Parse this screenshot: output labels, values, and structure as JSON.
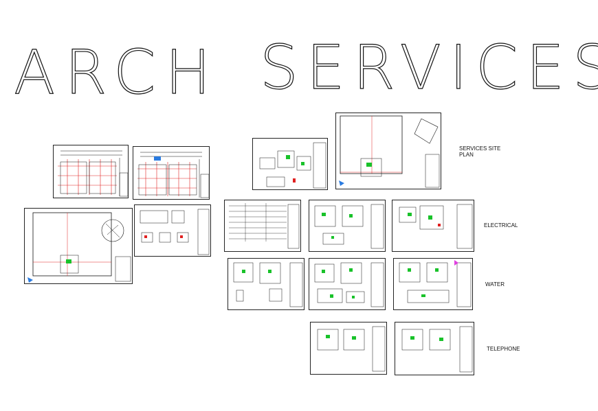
{
  "titles": {
    "arch": "ARCH",
    "services": "SERVICES"
  },
  "labels": {
    "services_site_plan": "SERVICES SITE\nPLAN",
    "electrical": "ELECTRICAL",
    "water": "WATER",
    "telephone": "TELEPHONE"
  },
  "colors": {
    "line": "#111111",
    "red": "#e02020",
    "green": "#19c22a",
    "blue": "#2a7be0"
  }
}
